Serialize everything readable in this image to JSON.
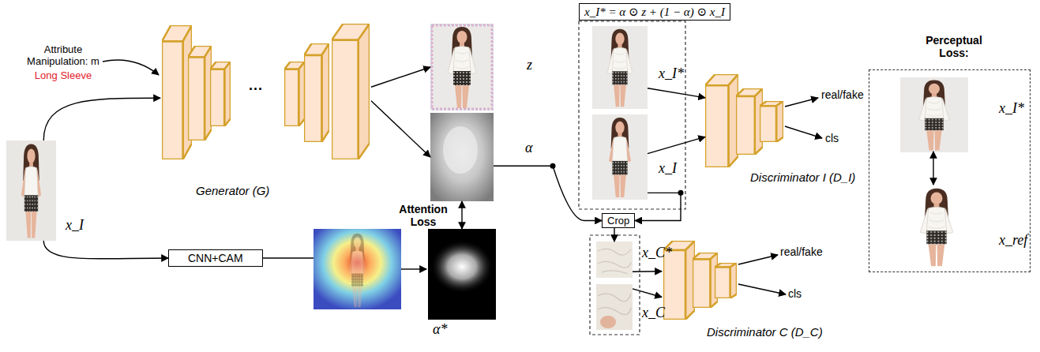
{
  "diagram": {
    "nodes": [
      {
        "text": [
          "x_I"
        ]
      },
      {
        "text": [
          "Generator (G)"
        ]
      },
      {
        "text": [
          "z"
        ]
      },
      {
        "text": [
          "α"
        ]
      },
      {
        "text": [
          "CNN+CAM"
        ]
      },
      {
        "text": [
          "α*"
        ]
      },
      {
        "text": [
          "x_I* = α ⊙ z + (1 − α) ⊙ x_I"
        ]
      },
      {
        "text": [
          "x_I*"
        ]
      },
      {
        "text": [
          "x_I"
        ]
      },
      {
        "text": [
          "Discriminator I (D_I)"
        ]
      },
      {
        "text": [
          "Crop"
        ]
      },
      {
        "text": [
          "x_C*"
        ]
      },
      {
        "text": [
          "x_C"
        ]
      },
      {
        "text": [
          "Discriminator C (D_C)"
        ]
      },
      {
        "text": [
          "Perceptual Loss:"
        ]
      },
      {
        "text": [
          "x_I*"
        ],
        "in": 14
      },
      {
        "text": [
          "x_ref"
        ],
        "in": 14
      }
    ],
    "edges": [
      {
        "from": 0,
        "to": 1,
        "arrow": "to"
      },
      {
        "from": 0,
        "to": 4,
        "arrow": "to"
      },
      {
        "from": 1,
        "to": 2,
        "arrow": "to"
      },
      {
        "from": 1,
        "to": 3,
        "arrow": "to"
      },
      {
        "from": 3,
        "to": 5,
        "label": "Attention Loss",
        "arrow": "both"
      },
      {
        "from": 3,
        "to": 10,
        "arrow": "to"
      },
      {
        "from": 8,
        "to": 10,
        "arrow": "to"
      },
      {
        "from": 10,
        "to": 11,
        "arrow": "to"
      },
      {
        "from": 7,
        "to": 9,
        "arrow": "to"
      },
      {
        "from": 8,
        "to": 9,
        "arrow": "to"
      },
      {
        "from": 11,
        "to": 13,
        "arrow": "to"
      },
      {
        "from": 12,
        "to": 13,
        "arrow": "to"
      },
      {
        "from": 15,
        "to": 16,
        "arrow": "both"
      }
    ],
    "labels": [
      "Attribute Manipulation: m",
      "Long Sleeve",
      "real/fake",
      "cls",
      "real/fake",
      "cls",
      "..."
    ]
  }
}
